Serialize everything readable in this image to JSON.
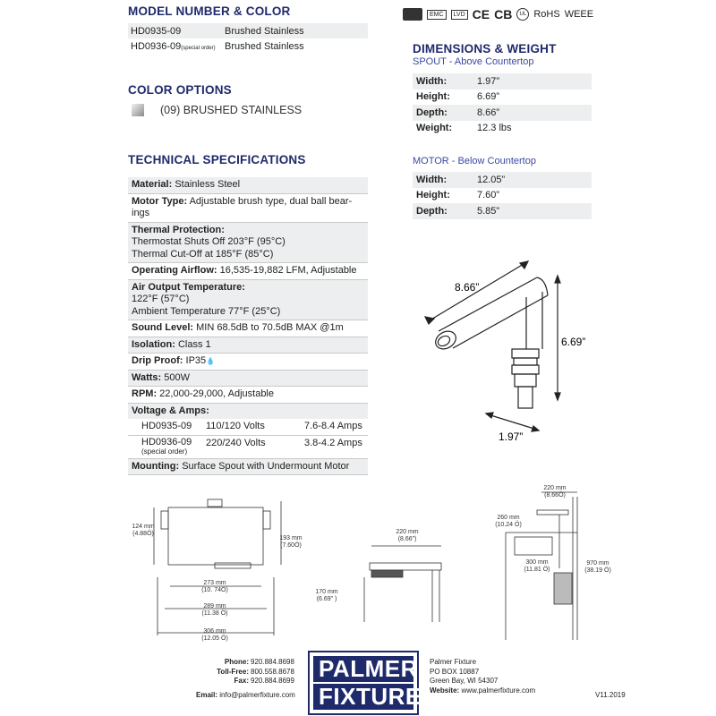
{
  "model_section": {
    "title": "MODEL NUMBER & COLOR",
    "rows": [
      {
        "model": "HD0935-09",
        "note": "",
        "color": "Brushed Stainless"
      },
      {
        "model": "HD0936-09",
        "note": "(special order)",
        "color": "Brushed Stainless"
      }
    ]
  },
  "certifications": [
    "EMC",
    "LVD",
    "CE",
    "CB",
    "UL",
    "RoHS",
    "WEEE"
  ],
  "color_options": {
    "title": "COLOR OPTIONS",
    "item": "(09) BRUSHED STAINLESS"
  },
  "technical": {
    "title": "TECHNICAL SPECIFICATIONS",
    "material_label": "Material:",
    "material": "Stainless Steel",
    "motor_label": "Motor Type:",
    "motor": "Adjustable brush type, dual ball  bear-ings",
    "thermal_label": "Thermal Protection:",
    "thermal_1": "Thermostat Shuts Off 203°F (95°C)",
    "thermal_2": "Thermal Cut-Off at 185°F (85°C)",
    "airflow_label": "Operating Airflow:",
    "airflow": "16,535-19,882 LFM, Adjustable",
    "air_temp_label": "Air Output Temperature:",
    "air_temp_1": "122°F (57°C)",
    "air_temp_2": "Ambient Temperature 77°F (25°C)",
    "sound_label": "Sound Level:",
    "sound": "MIN 68.5dB to 70.5dB MAX @1m",
    "isolation_label": "Isolation:",
    "isolation": "Class 1",
    "drip_label": "Drip Proof:",
    "drip": "IP35",
    "watts_label": "Watts:",
    "watts": "500W",
    "rpm_label": "RPM:",
    "rpm": "22,000-29,000, Adjustable",
    "voltage_label": "Voltage & Amps:",
    "voltage_rows": [
      {
        "model": "HD0935-09",
        "note": "",
        "volts": "110/120 Volts",
        "amps": "7.6-8.4 Amps"
      },
      {
        "model": "HD0936-09",
        "note": "(special order)",
        "volts": "220/240 Volts",
        "amps": "3.8-4.2 Amps"
      }
    ],
    "mounting_label": "Mounting:",
    "mounting": "Surface Spout with Undermount Motor"
  },
  "dimensions": {
    "title": "DIMENSIONS & WEIGHT",
    "spout_title": "SPOUT - Above Countertop",
    "spout": [
      {
        "label": "Width:",
        "value": "1.97”"
      },
      {
        "label": "Height:",
        "value": "6.69”"
      },
      {
        "label": "Depth:",
        "value": "8.66”"
      },
      {
        "label": "Weight:",
        "value": "12.3 lbs"
      }
    ],
    "motor_title": "MOTOR - Below Countertop",
    "motor": [
      {
        "label": "Width:",
        "value": "12.05”"
      },
      {
        "label": "Height:",
        "value": "7.60”"
      },
      {
        "label": "Depth:",
        "value": "5.85”"
      }
    ]
  },
  "spout_drawing": {
    "depth": "8.66”",
    "height": "6.69”",
    "width": "1.97”"
  },
  "motor_drawing": {
    "left_h": "124 mm",
    "left_h_in": "(4.88Ö)",
    "right_h": "193 mm",
    "right_h_in": "(7.60Ö)",
    "w1": "273 mm",
    "w1_in": "(10. 74Ö)",
    "w2": "289 mm",
    "w2_in": "(11.38 Ö)",
    "w3": "306 mm",
    "w3_in": "(12.05 Ö)"
  },
  "side_drawing": {
    "w": "220 mm",
    "w_in": "(8.66”)",
    "h": "170 mm",
    "h_in": "(6.69” )"
  },
  "install_drawing": {
    "top": "220 mm",
    "top_in": "(8.66Ö)",
    "a": "260 mm",
    "a_in": "(10.24 Ö)",
    "b": "300 mm",
    "b_in": "(11.81 Ö)",
    "c": "970 mm",
    "c_in": "(38.19 Ö)"
  },
  "contact": {
    "phone_label": "Phone:",
    "phone": "920.884.8698",
    "tollfree_label": "Toll-Free:",
    "tollfree": "800.558.8678",
    "fax_label": "Fax:",
    "fax": "920.884.8699",
    "email_label": "Email:",
    "email": "info@palmerfixture.com"
  },
  "logo": {
    "line1": "PALMER",
    "line2": "FIXTURE"
  },
  "address": {
    "name": "Palmer Fixture",
    "box": "PO BOX 10887",
    "city": "Green Bay, WI 54307",
    "website_label": "Website:",
    "website": "www.palmerfixture.com"
  },
  "version": "V11.2019",
  "colors": {
    "brand": "#1f2a6b",
    "accent": "#3a4aa0",
    "shade": "#eceeef"
  }
}
